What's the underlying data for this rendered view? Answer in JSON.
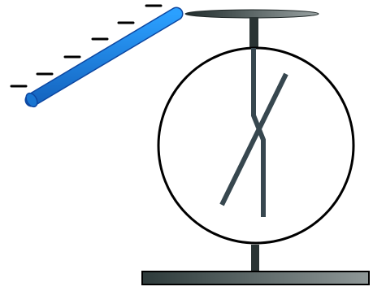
{
  "diagram": {
    "charged_rod": {
      "charge_sign": "negative",
      "charge_count": 6,
      "color": "#1e88e5"
    },
    "electroscope": {
      "parts": [
        "top-plate",
        "rod",
        "glass-enclosure",
        "leaves",
        "base"
      ],
      "leaf_state": "deflected",
      "metal_color": "#37474f"
    }
  }
}
